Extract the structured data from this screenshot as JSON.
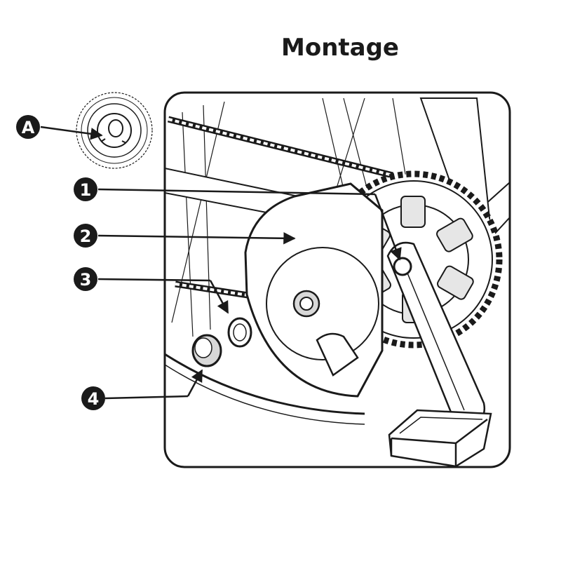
{
  "title": "Montage",
  "colors": {
    "ink": "#1a1a1a",
    "paper": "#ffffff",
    "shade": "#d8d8d8"
  },
  "callouts": [
    {
      "label": "A"
    },
    {
      "label": "1"
    },
    {
      "label": "2"
    },
    {
      "label": "3"
    },
    {
      "label": "4"
    }
  ]
}
